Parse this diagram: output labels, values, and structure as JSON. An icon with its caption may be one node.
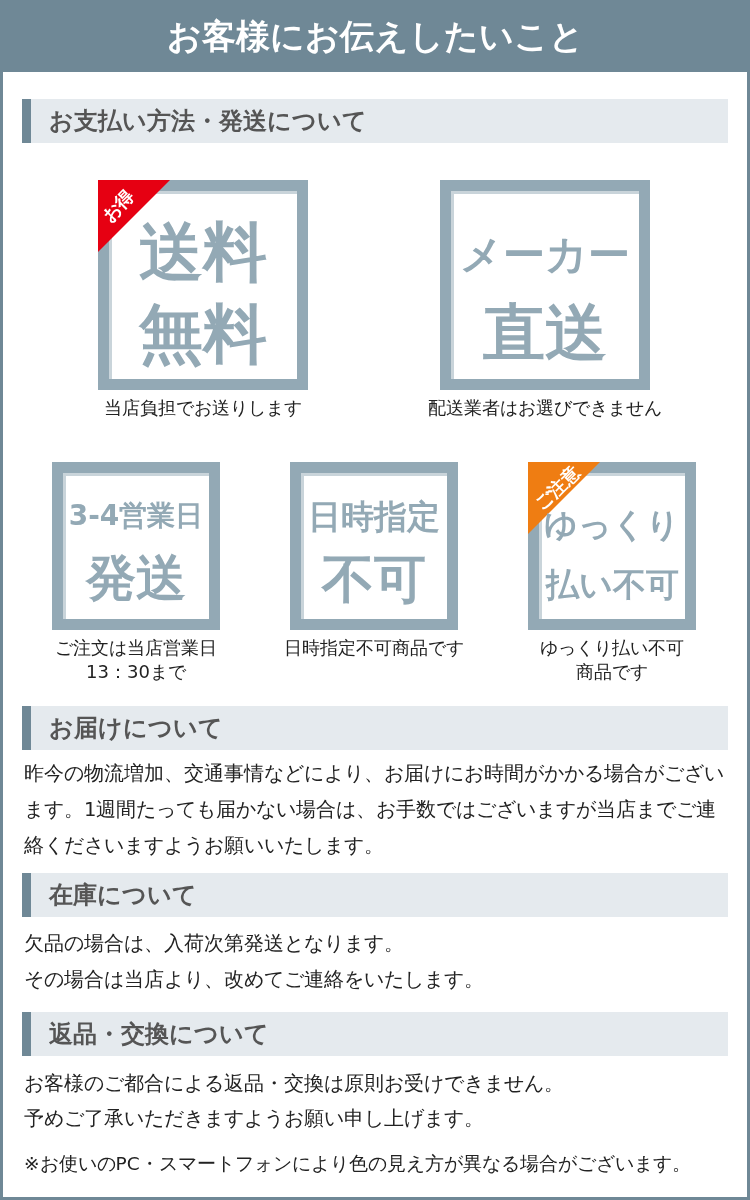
{
  "diagram": {
    "title": "お客様にお伝えしたいこと",
    "nodes": [
      {
        "text": [
          "お支払い方法・発送について"
        ]
      },
      {
        "text": [
          "お得",
          "送料",
          "無料"
        ],
        "beside": [
          "当店負担でお送りします"
        ]
      },
      {
        "text": [
          "メーカー",
          "直送"
        ],
        "beside": [
          "配送業者はお選びできません"
        ]
      },
      {
        "text": [
          "3-4営業日",
          "発送"
        ],
        "beside": [
          "ご注文は当店営業日13：30まで"
        ]
      },
      {
        "text": [
          "日時指定",
          "不可"
        ],
        "beside": [
          "日時指定不可商品です"
        ]
      },
      {
        "text": [
          "ご注意",
          "ゆっくり",
          "払い不可"
        ],
        "beside": [
          "ゆっくり払い不可商品です"
        ]
      },
      {
        "text": [
          "お届けについて"
        ]
      },
      {
        "text": [
          "在庫について"
        ]
      },
      {
        "text": [
          "返品・交換について"
        ]
      }
    ],
    "labels": [
      "昨今の物流増加、交通事情などにより、お届けにお時間がかかる場合がございます。1週間たっても届かない場合は、お手数ではございますが当店までご連絡くださいますようお願いいたします。",
      "欠品の場合は、入荷次第発送となります。",
      "その場合は当店より、改めてご連絡をいたします。",
      "お客様のご都合による返品・交換は原則お受けできません。",
      "予めご了承いただきますようお願い申し上げます。",
      "※お使いのPC・スマートフォンにより色の見え方が異なる場合がございます。"
    ]
  }
}
